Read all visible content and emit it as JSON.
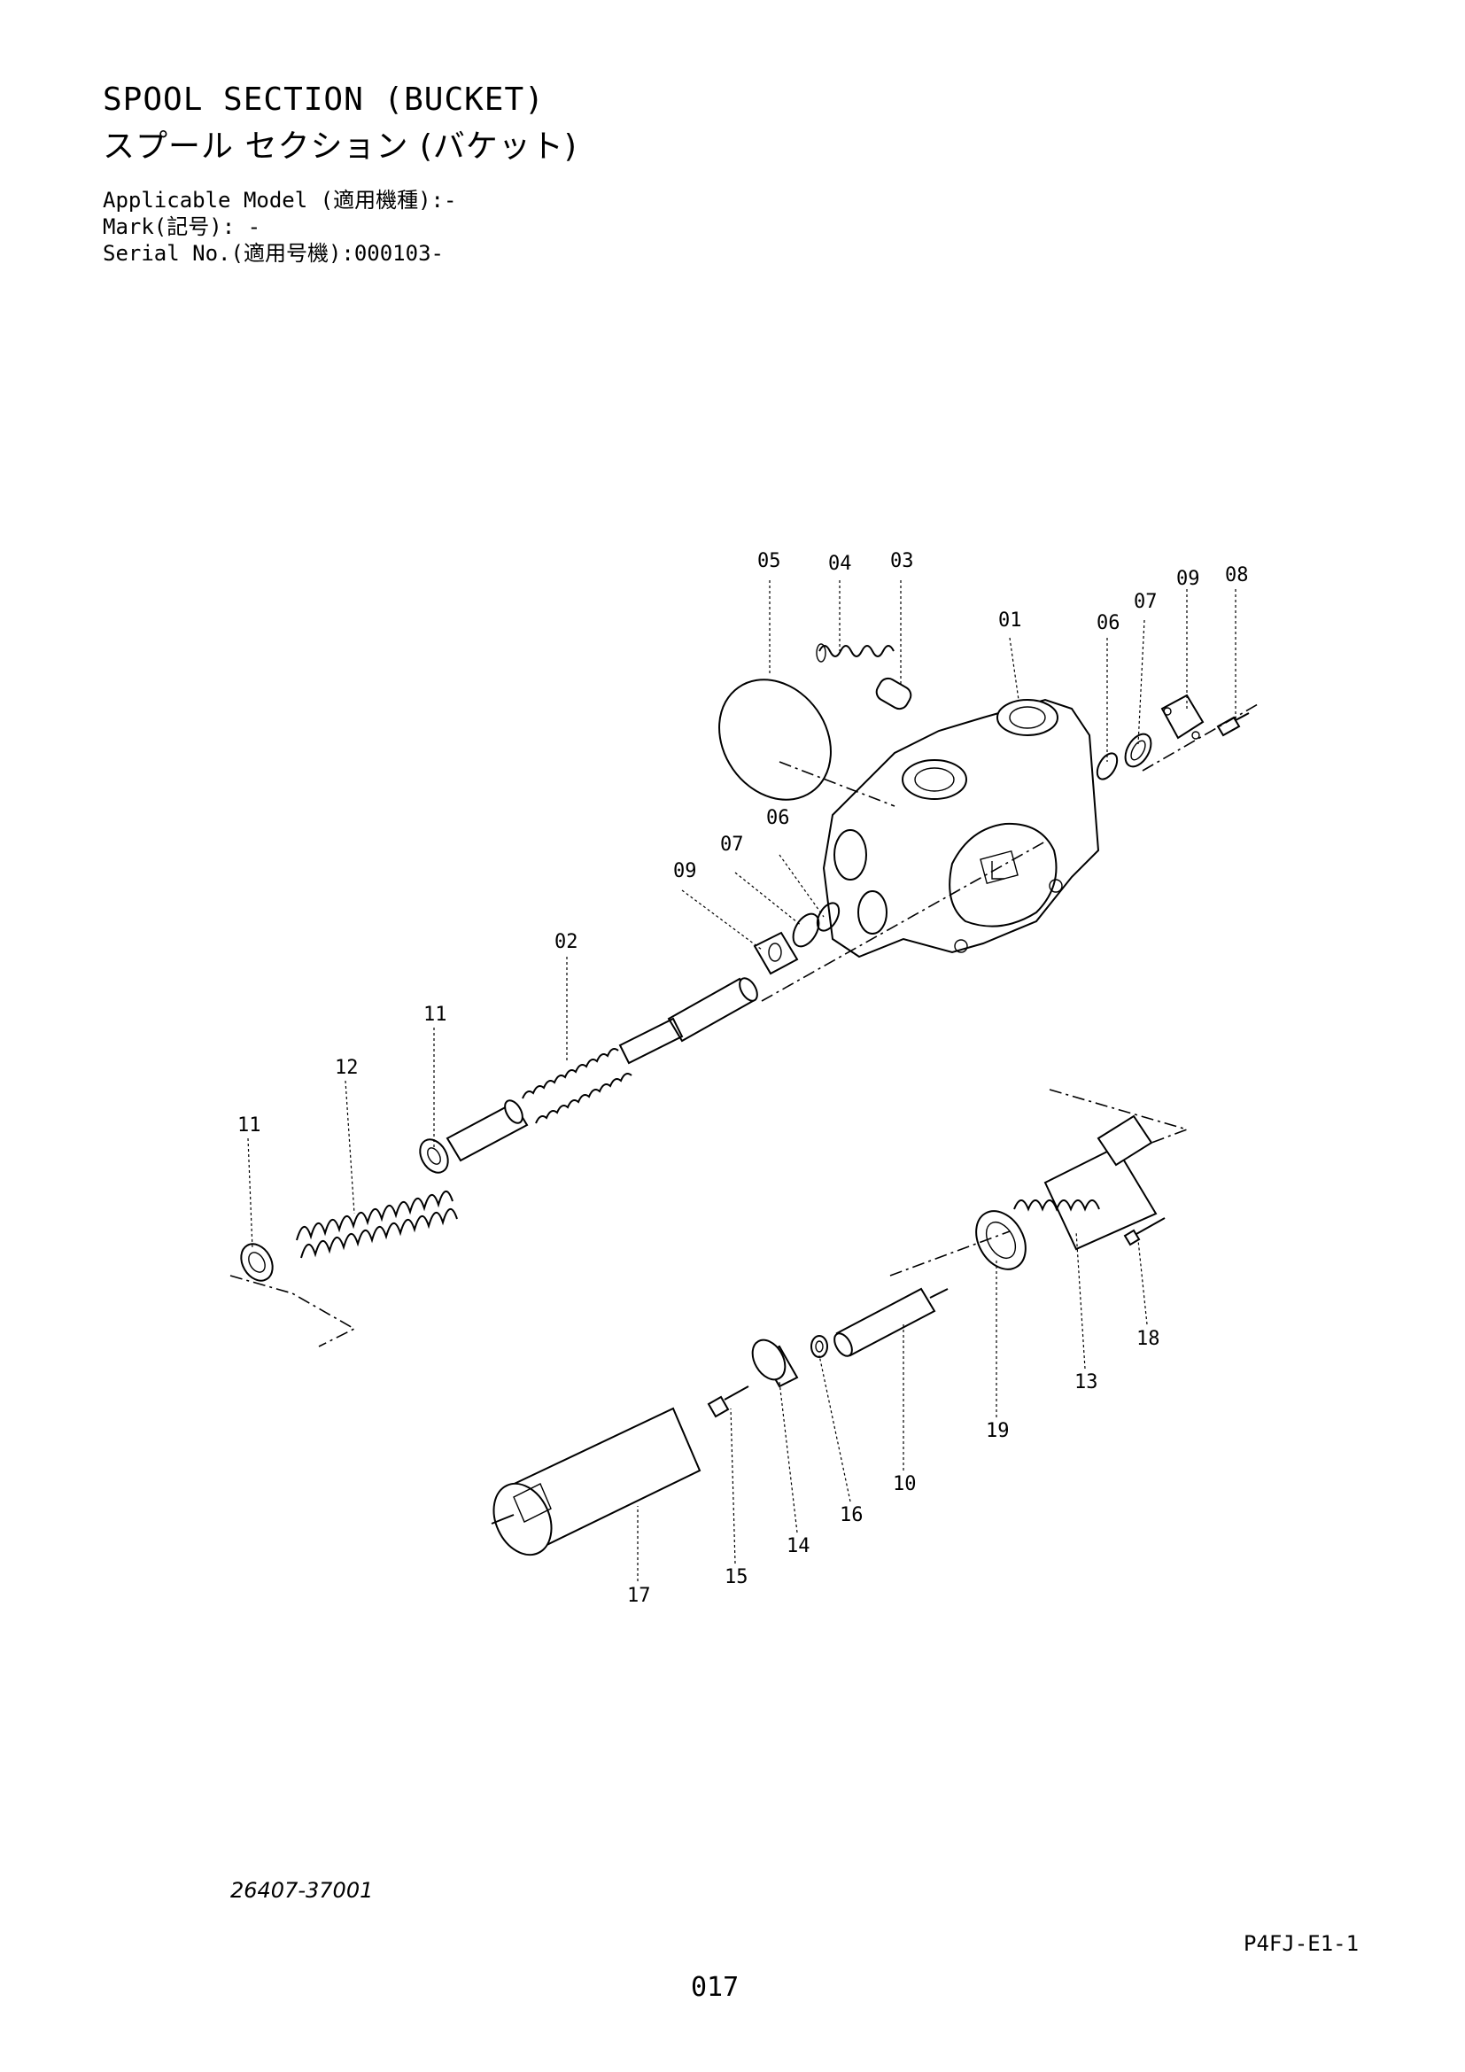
{
  "header": {
    "title_en": "SPOOL SECTION (BUCKET)",
    "title_jp": "スプール セクション (バケット)",
    "applicable_model": "Applicable Model (適用機種):-",
    "mark": "Mark(記号): -",
    "serial_no": "Serial No.(適用号機):000103-"
  },
  "diagram": {
    "callouts": [
      "01",
      "02",
      "03",
      "04",
      "05",
      "06",
      "07",
      "08",
      "09",
      "06",
      "07",
      "09",
      "10",
      "11",
      "11",
      "12",
      "13",
      "14",
      "15",
      "16",
      "17",
      "18",
      "19"
    ]
  },
  "footer": {
    "part_number": "26407-37001",
    "page_code": "P4FJ-E1-1",
    "page_number": "017"
  }
}
